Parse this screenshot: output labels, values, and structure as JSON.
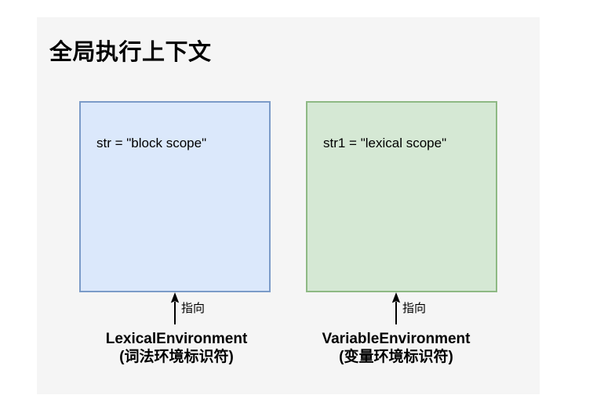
{
  "title": "全局执行上下文",
  "boxes": [
    {
      "id": "lexical-environment",
      "content": "str = \"block scope\"",
      "caption_en": "LexicalEnvironment",
      "caption_zh": "(词法环境标识符)",
      "arrow_label": "指向",
      "fill_color": "#dbe8fb",
      "border_color": "#7b9bc8"
    },
    {
      "id": "variable-environment",
      "content": "str1 = \"lexical scope\"",
      "caption_en": "VariableEnvironment",
      "caption_zh": "(变量环境标识符)",
      "arrow_label": "指向",
      "fill_color": "#d5e8d4",
      "border_color": "#8eb984"
    }
  ],
  "colors": {
    "page_background": "#ffffff",
    "canvas_background": "#f5f5f5",
    "text": "#000000",
    "arrow": "#000000"
  }
}
